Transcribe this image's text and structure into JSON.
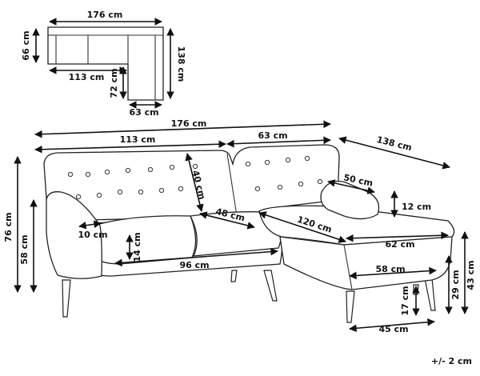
{
  "top_view": {
    "total_width": "176 cm",
    "depth": "66 cm",
    "main_width": "113 cm",
    "chaise_length": "138 cm",
    "chaise_extension": "72 cm",
    "chaise_width": "63 cm"
  },
  "front_view": {
    "total_width": "176 cm",
    "main_width": "113 cm",
    "chaise_width": "63 cm",
    "chaise_length": "138 cm",
    "backrest_height": "40 cm",
    "seat_cushion_depth": "48 cm",
    "armrest_width": "10 cm",
    "cushion_height": "14 cm",
    "seat_width": "96 cm",
    "overall_height": "76 cm",
    "seat_height": "58 cm",
    "pillow_width": "50 cm",
    "pillow_height": "12 cm",
    "chaise_seat_length": "120 cm",
    "chaise_seat_width": "62 cm",
    "chaise_base_width": "58 cm",
    "chaise_side_height": "29 cm",
    "chaise_total_height": "43 cm",
    "leg_height": "17 cm",
    "leg_spacing": "45 cm"
  },
  "tolerance": "+/- 2 cm",
  "colors": {
    "line": "#111111",
    "background": "#ffffff"
  }
}
